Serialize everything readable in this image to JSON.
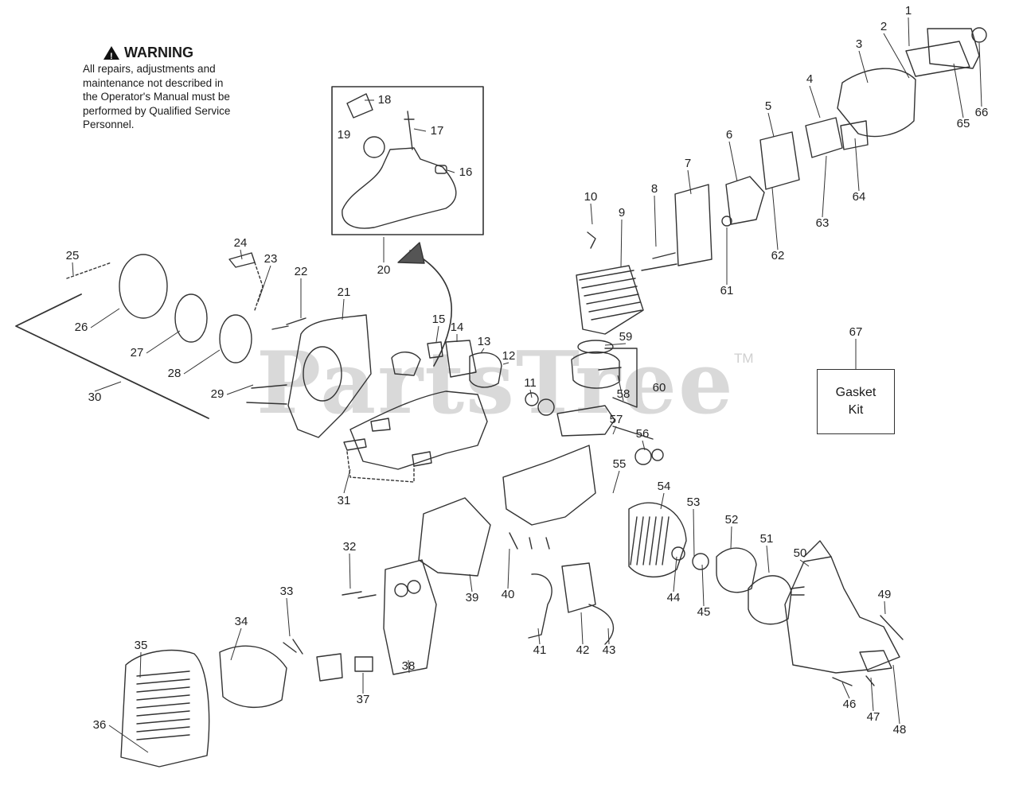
{
  "warning": {
    "title": "WARNING",
    "symbol": "!",
    "lines": [
      "All repairs, adjustments and",
      "maintenance not described in",
      "the Operator's Manual must be",
      "performed by Qualified Service",
      "Personnel."
    ]
  },
  "watermark": {
    "text": "PartsTree",
    "tm": "TM"
  },
  "gasket_kit": {
    "line1": "Gasket",
    "line2": "Kit"
  },
  "parts": [
    "1",
    "2",
    "3",
    "4",
    "5",
    "6",
    "7",
    "8",
    "9",
    "10",
    "11",
    "12",
    "13",
    "14",
    "15",
    "16",
    "17",
    "18",
    "19",
    "20",
    "21",
    "22",
    "23",
    "24",
    "25",
    "26",
    "27",
    "28",
    "29",
    "30",
    "31",
    "32",
    "33",
    "34",
    "35",
    "36",
    "37",
    "38",
    "39",
    "40",
    "41",
    "42",
    "43",
    "44",
    "45",
    "46",
    "47",
    "48",
    "49",
    "50",
    "51",
    "52",
    "53",
    "54",
    "55",
    "56",
    "57",
    "58",
    "59",
    "60",
    "61",
    "62",
    "63",
    "64",
    "65",
    "66",
    "67"
  ],
  "colors": {
    "line": "#333333",
    "watermark": "#d9d9d9",
    "background": "#ffffff"
  }
}
